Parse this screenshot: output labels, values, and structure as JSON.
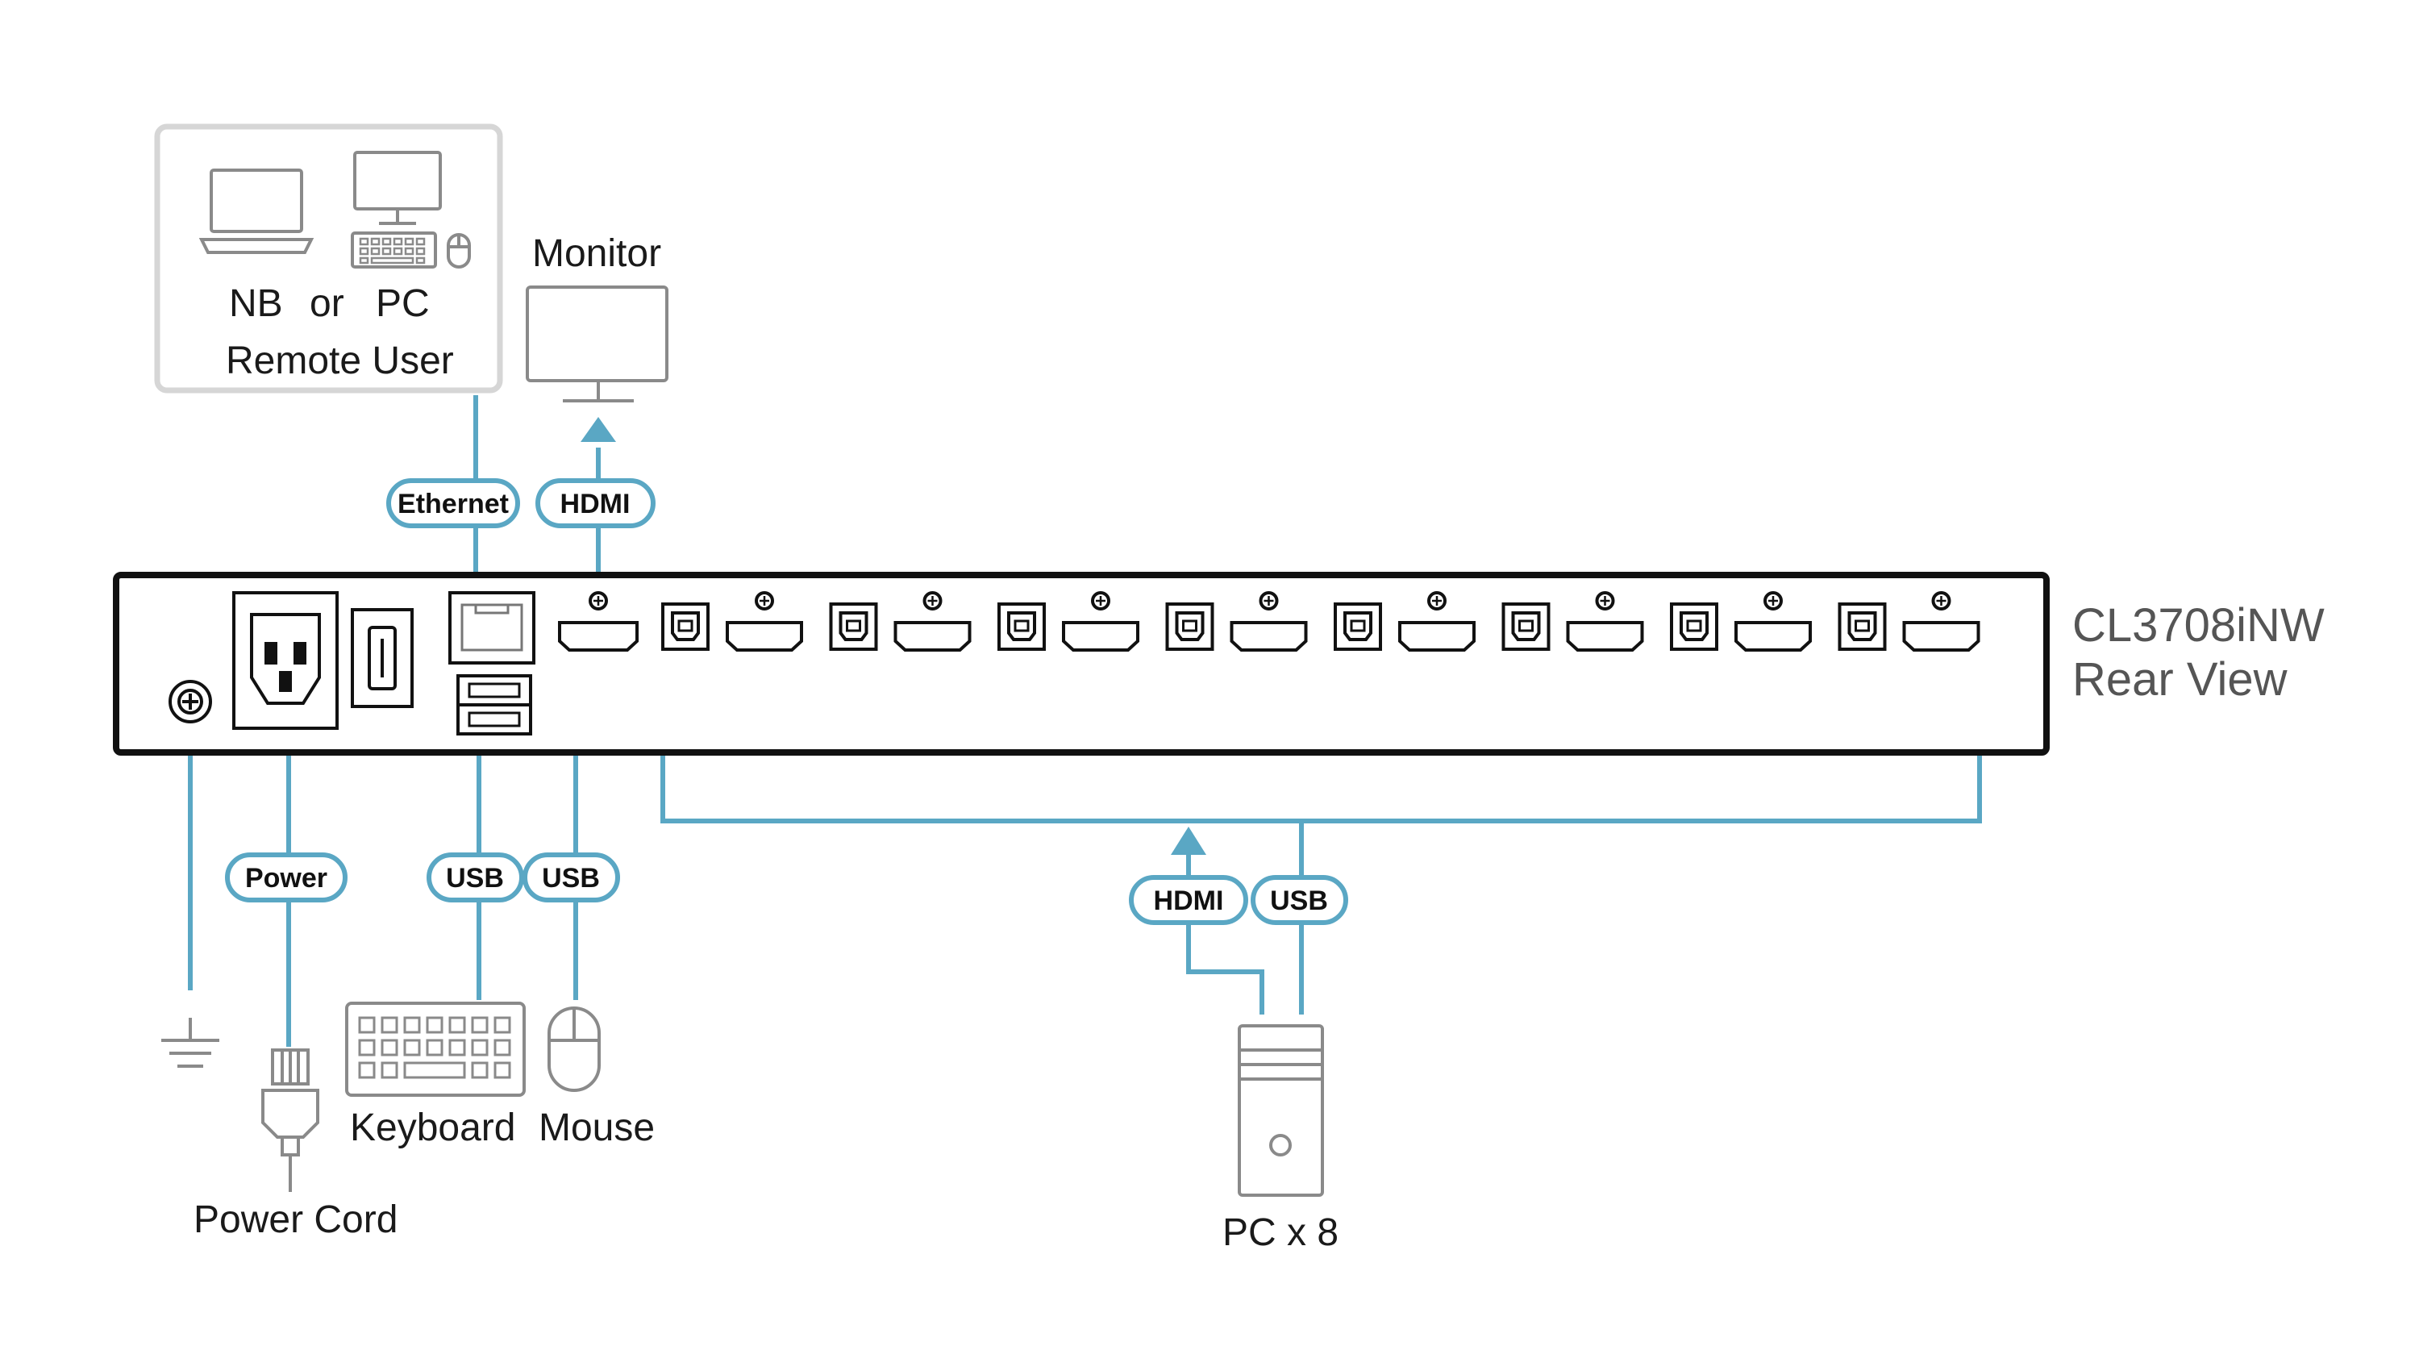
{
  "diagram": {
    "title_model": "CL3708iNW",
    "title_view": "Rear View",
    "remote_user": {
      "nb_label": "NB",
      "or_label": "or",
      "pc_label": "PC",
      "caption": "Remote User"
    },
    "monitor_label": "Monitor",
    "keyboard_label": "Keyboard",
    "mouse_label": "Mouse",
    "power_cord_label": "Power Cord",
    "pcs_label": "PC x 8",
    "tags": {
      "ethernet": "Ethernet",
      "hdmi_monitor": "HDMI",
      "power": "Power",
      "usb_keyboard": "USB",
      "usb_mouse": "USB",
      "hdmi_pc": "HDMI",
      "usb_pc": "USB"
    },
    "pc_port_count": 8,
    "colors": {
      "cable": "#5aa7c4",
      "tag_border": "#5aa7c4",
      "device_outline": "#8a8a8a",
      "chassis": "#111111",
      "remote_box_border": "#d6d6d6"
    }
  }
}
